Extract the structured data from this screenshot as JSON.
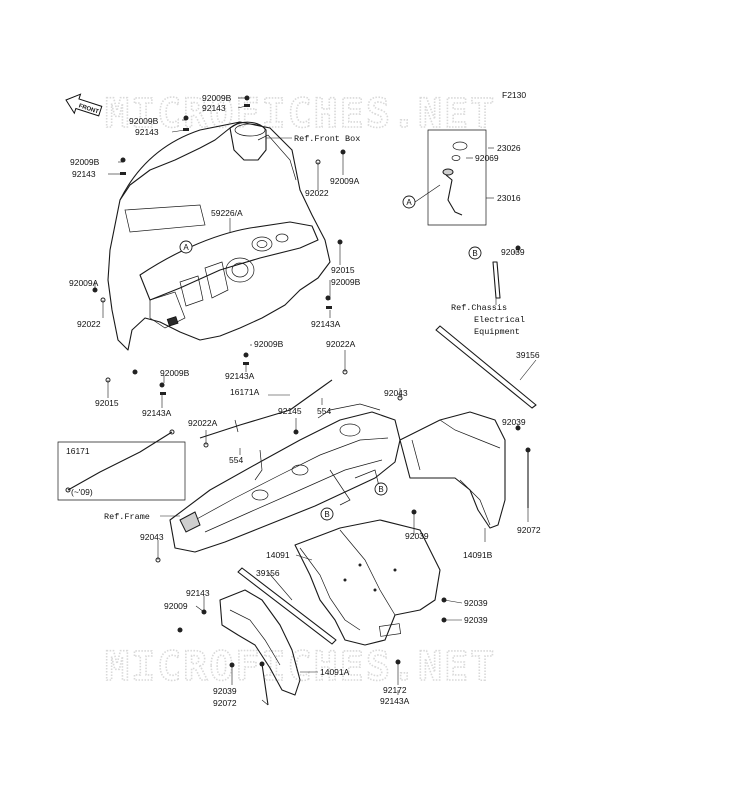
{
  "diagram": {
    "figure_code": "F2130",
    "watermark": "MICROFICHES.NET",
    "front_label": "FRONT",
    "parts": [
      {
        "id": "p1",
        "text": "92009B"
      },
      {
        "id": "p2",
        "text": "92143"
      },
      {
        "id": "p3",
        "text": "92009B"
      },
      {
        "id": "p4",
        "text": "92143"
      },
      {
        "id": "p5",
        "text": "Ref.Front Box"
      },
      {
        "id": "p6",
        "text": "92009B"
      },
      {
        "id": "p7",
        "text": "92143"
      },
      {
        "id": "p8",
        "text": "92009A"
      },
      {
        "id": "p9",
        "text": "92022"
      },
      {
        "id": "p10",
        "text": "59226/A"
      },
      {
        "id": "p11",
        "text": "23026"
      },
      {
        "id": "p12",
        "text": "92069"
      },
      {
        "id": "p13",
        "text": "23016"
      },
      {
        "id": "p14",
        "text": "92009A"
      },
      {
        "id": "p15",
        "text": "92022"
      },
      {
        "id": "p16",
        "text": "92015"
      },
      {
        "id": "p17",
        "text": "92009B"
      },
      {
        "id": "p18",
        "text": "92143A"
      },
      {
        "id": "p19",
        "text": "92039"
      },
      {
        "id": "p20",
        "text": "Ref.Chassis"
      },
      {
        "id": "p21",
        "text": "Electrical"
      },
      {
        "id": "p22",
        "text": "Equipment"
      },
      {
        "id": "p23",
        "text": "92009B"
      },
      {
        "id": "p24",
        "text": "92022A"
      },
      {
        "id": "p25",
        "text": "92009B"
      },
      {
        "id": "p26",
        "text": "92143A"
      },
      {
        "id": "p27",
        "text": "39156"
      },
      {
        "id": "p28",
        "text": "92015"
      },
      {
        "id": "p29",
        "text": "92143A"
      },
      {
        "id": "p30",
        "text": "16171A"
      },
      {
        "id": "p31",
        "text": "92043"
      },
      {
        "id": "p32",
        "text": "92145"
      },
      {
        "id": "p33",
        "text": "554"
      },
      {
        "id": "p34",
        "text": "92022A"
      },
      {
        "id": "p35",
        "text": "554"
      },
      {
        "id": "p36",
        "text": "92039"
      },
      {
        "id": "p37",
        "text": "16171"
      },
      {
        "id": "p38",
        "text": "(~'09)"
      },
      {
        "id": "p39",
        "text": "Ref.Frame"
      },
      {
        "id": "p40",
        "text": "92043"
      },
      {
        "id": "p41",
        "text": "92039"
      },
      {
        "id": "p42",
        "text": "92072"
      },
      {
        "id": "p43",
        "text": "14091"
      },
      {
        "id": "p44",
        "text": "14091B"
      },
      {
        "id": "p45",
        "text": "39156"
      },
      {
        "id": "p46",
        "text": "92143"
      },
      {
        "id": "p47",
        "text": "92009"
      },
      {
        "id": "p48",
        "text": "92039"
      },
      {
        "id": "p49",
        "text": "92039"
      },
      {
        "id": "p50",
        "text": "14091A"
      },
      {
        "id": "p51",
        "text": "92039"
      },
      {
        "id": "p52",
        "text": "92072"
      },
      {
        "id": "p53",
        "text": "92172"
      },
      {
        "id": "p54",
        "text": "92143A"
      }
    ],
    "callouts": [
      {
        "id": "c1",
        "text": "A"
      },
      {
        "id": "c2",
        "text": "A"
      },
      {
        "id": "c3",
        "text": "B"
      },
      {
        "id": "c4",
        "text": "B"
      },
      {
        "id": "c5",
        "text": "B"
      }
    ]
  }
}
